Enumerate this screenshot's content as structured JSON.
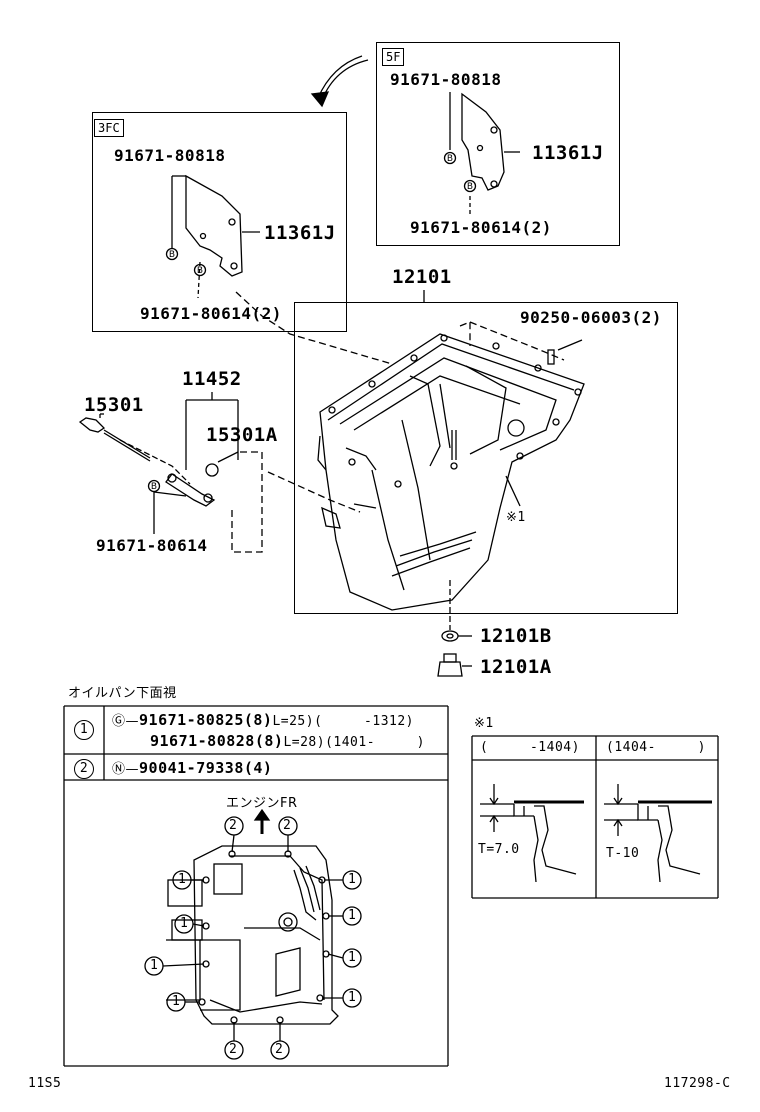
{
  "box_3fc": {
    "tag": "3FC",
    "part_top": "91671-80818",
    "part_cover": "11361J",
    "part_bottom": "91671-80614(2)"
  },
  "box_5f": {
    "tag": "5F",
    "part_top": "91671-80818",
    "part_cover": "11361J",
    "part_bottom": "91671-80614(2)"
  },
  "main": {
    "pan": "12101",
    "stud": "90250-06003(2)",
    "tube": "11452",
    "gauge": "15301",
    "oring": "15301A",
    "bolt": "91671-80614",
    "ref": "※1",
    "gasket": "12101B",
    "plug": "12101A"
  },
  "bottom_view": {
    "title": "オイルパン下面視",
    "row1_num": "1",
    "row1_line1_part": "91671-80825(8)",
    "row1_line1_len": "L=25)",
    "row1_line1_range": "(     -1312)",
    "row1_line2_part": "91671-80828(8)",
    "row1_line2_len": "L=28)",
    "row1_line2_range": "(1401-     )",
    "row2_num": "2",
    "row2_part": "90041-79338(4)",
    "engine_label": "エンジンFR"
  },
  "detail": {
    "ref": "※1",
    "col1_header": "(     -1404)",
    "col2_header": "(1404-     )",
    "col1_value": "T=7.0",
    "col2_value": "T-10"
  },
  "footer": {
    "left": "11S5",
    "right": "117298-C"
  }
}
